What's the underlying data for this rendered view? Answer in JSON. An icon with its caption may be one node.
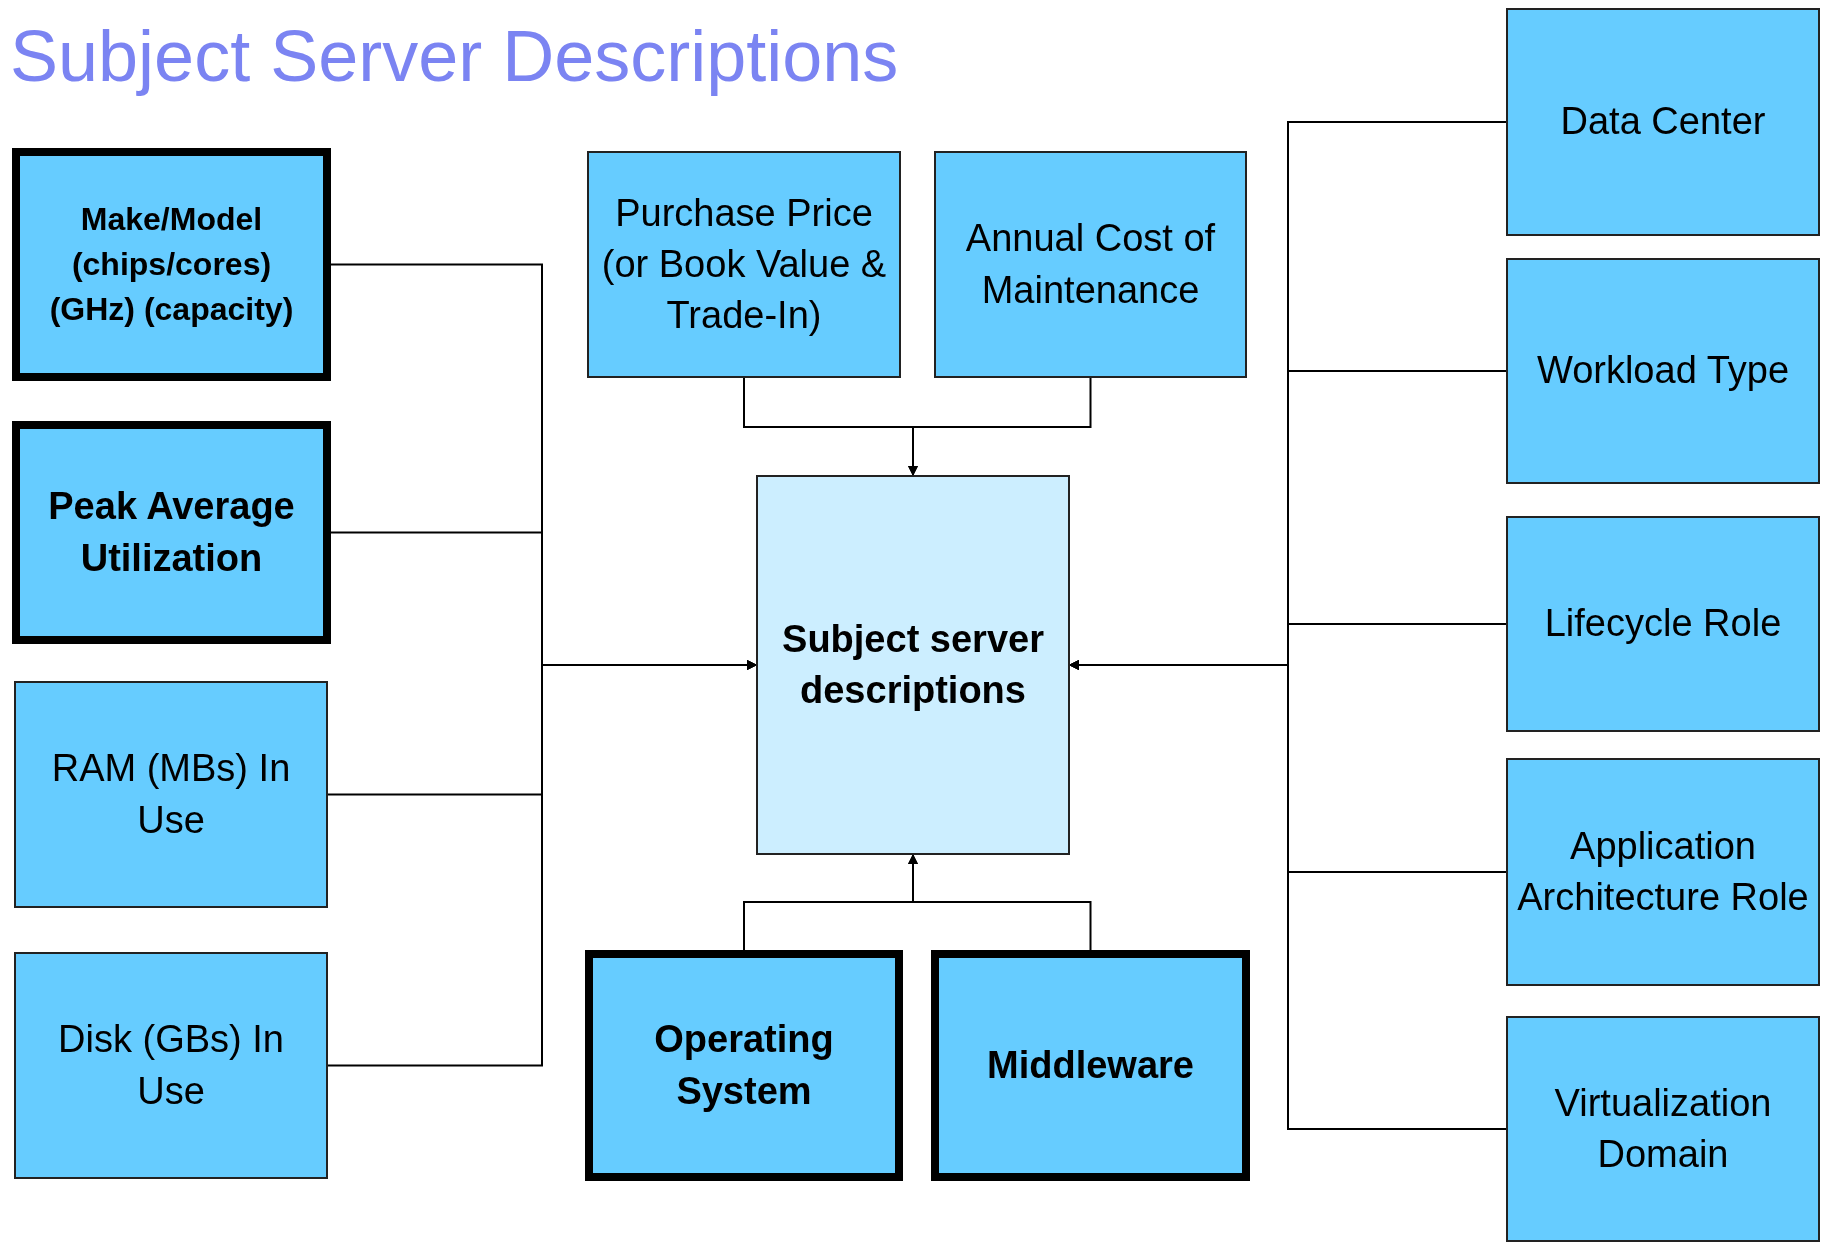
{
  "diagram": {
    "title": "Subject Server Descriptions",
    "nodes": [
      {
        "text": [
          "Make/Model (chips/cores) (GHz) (capacity)"
        ]
      },
      {
        "text": [
          "Peak Average Utilization"
        ]
      },
      {
        "text": [
          "RAM (MBs) In Use"
        ]
      },
      {
        "text": [
          "Disk (GBs) In Use"
        ]
      },
      {
        "text": [
          "Purchase Price (or Book Value & Trade-In)"
        ]
      },
      {
        "text": [
          "Annual Cost of Maintenance"
        ]
      },
      {
        "text": [
          "Subject server descriptions"
        ]
      },
      {
        "text": [
          "Operating System"
        ]
      },
      {
        "text": [
          "Middleware"
        ]
      },
      {
        "text": [
          "Data Center"
        ]
      },
      {
        "text": [
          "Workload Type"
        ]
      },
      {
        "text": [
          "Lifecycle Role"
        ]
      },
      {
        "text": [
          "Application Architecture Role"
        ]
      },
      {
        "text": [
          "Virtualization Domain"
        ]
      }
    ],
    "edges": [
      {
        "from": 0,
        "to": 6,
        "arrow": "to"
      },
      {
        "from": 1,
        "to": 6,
        "arrow": "to"
      },
      {
        "from": 2,
        "to": 6,
        "arrow": "to"
      },
      {
        "from": 3,
        "to": 6,
        "arrow": "to"
      },
      {
        "from": 4,
        "to": 6,
        "arrow": "to"
      },
      {
        "from": 5,
        "to": 6,
        "arrow": "to"
      },
      {
        "from": 7,
        "to": 6,
        "arrow": "to"
      },
      {
        "from": 8,
        "to": 6,
        "arrow": "to"
      },
      {
        "from": 9,
        "to": 6,
        "arrow": "to"
      },
      {
        "from": 10,
        "to": 6,
        "arrow": "to"
      },
      {
        "from": 11,
        "to": 6,
        "arrow": "to"
      },
      {
        "from": 12,
        "to": 6,
        "arrow": "to"
      },
      {
        "from": 13,
        "to": 6,
        "arrow": "to"
      }
    ]
  }
}
